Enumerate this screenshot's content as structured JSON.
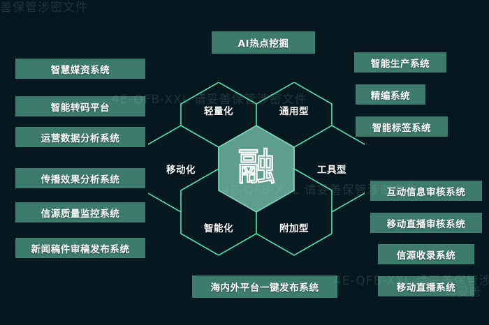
{
  "background_color": "#04181d",
  "pill_color": "#3d7c6d",
  "hex_stroke_color": "#4fe2ab",
  "hex_center_fill": "#5d9e8c",
  "text_color": "#ffffff",
  "watermark": {
    "text_full": "4E-QFB-XXL 请妥善保管涉密文件",
    "text_short": "请妥善保管涉密文件",
    "text_clip_top": "妥善保管涉密文件",
    "text_clip_tail": "请妥善",
    "color": "rgba(168,196,192,0.17)"
  },
  "hex_cluster": {
    "center": {
      "label": "融"
    },
    "petals": [
      {
        "label": "轻量化",
        "position": "top-left"
      },
      {
        "label": "通用型",
        "position": "top-right"
      },
      {
        "label": "移动化",
        "position": "left"
      },
      {
        "label": "工具型",
        "position": "right"
      },
      {
        "label": "智能化",
        "position": "bottom-left"
      },
      {
        "label": "附加型",
        "position": "bottom-right"
      }
    ]
  },
  "labels": {
    "top": [
      {
        "label": "AI热点挖掘"
      }
    ],
    "left": [
      {
        "label": "智慧媒资系统"
      },
      {
        "label": "智能转码平台"
      },
      {
        "label": "运营数据分析系统"
      },
      {
        "label": "传播效果分析系统"
      },
      {
        "label": "信源质量监控系统"
      },
      {
        "label": "新闻稿件审稿发布系统"
      }
    ],
    "right": [
      {
        "label": "智能生产系统"
      },
      {
        "label": "精编系统"
      },
      {
        "label": "智能标签系统"
      },
      {
        "label": "互动信息审核系统"
      },
      {
        "label": "移动直播审核系统"
      },
      {
        "label": "信源收录系统"
      },
      {
        "label": "移动直播系统"
      }
    ],
    "bottom": [
      {
        "label": "海内外平台一键发布系统"
      }
    ]
  }
}
